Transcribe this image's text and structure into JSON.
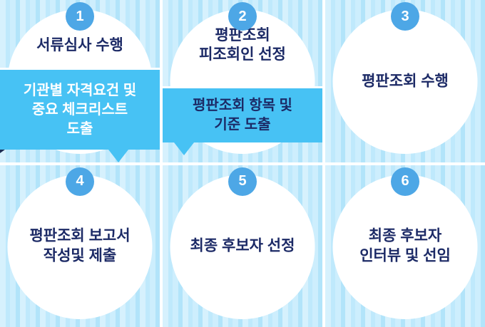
{
  "diagram": {
    "steps": [
      {
        "number": "1",
        "title": "서류심사 수행",
        "detail": "기관별 자격요건 및\n중요 체크리스트\n도출"
      },
      {
        "number": "2",
        "title": "평판조회\n피조회인 선정",
        "detail": "평판조회 항목 및\n기준 도출"
      },
      {
        "number": "3",
        "title": "평판조회 수행"
      },
      {
        "number": "4",
        "title": "평판조회 보고서\n작성및 제출"
      },
      {
        "number": "5",
        "title": "최종 후보자 선정"
      },
      {
        "number": "6",
        "title": "최종 후보자\n인터뷰 및 선임"
      }
    ],
    "colors": {
      "badge_blue": "#4da7e6",
      "detail_box_blue": "#47c2f4",
      "title_navy": "#1c2a66",
      "detail_text_step1": "#ffffff",
      "detail_text_step2": "#1c2a66",
      "stripe_light": "#d6f1fd",
      "stripe_dark": "#b2e4fa",
      "fold_navy": "#1b2b52"
    }
  }
}
